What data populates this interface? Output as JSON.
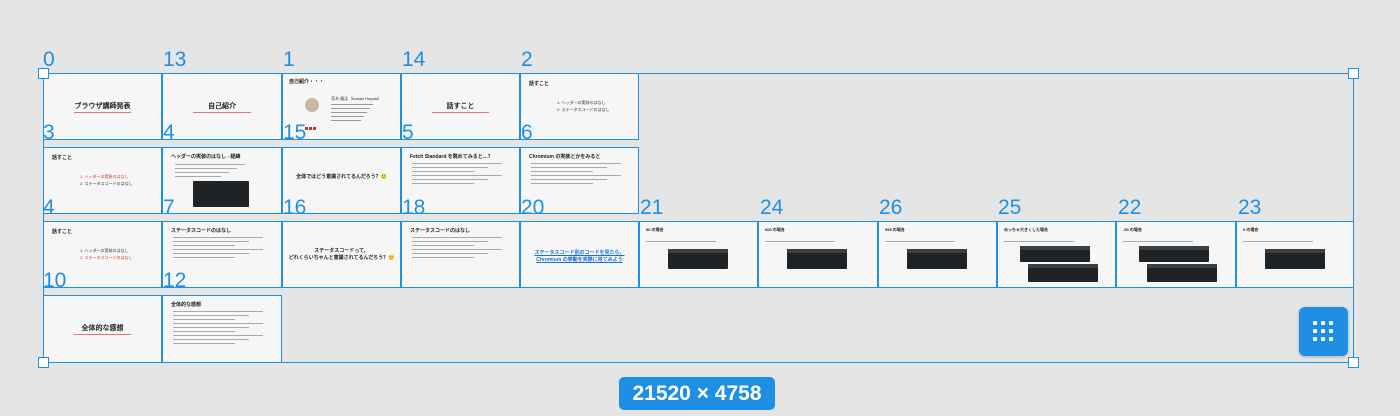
{
  "accent_color": "#1e8fe4",
  "frames": [
    {
      "id": "f-0",
      "label": "0",
      "kind": "title",
      "title": "ブラウザ講師発表",
      "subtitle": "",
      "footer": "",
      "underline": true
    },
    {
      "id": "f-13",
      "label": "13",
      "kind": "title",
      "title": "自己紹介",
      "underline": true
    },
    {
      "id": "f-1",
      "label": "1",
      "kind": "profile",
      "title": "自己紹介・・・",
      "name": "茨木 颯汰（Ibaraki Hayata）"
    },
    {
      "id": "f-14",
      "label": "14",
      "kind": "title",
      "title": "話すこと",
      "underline": true
    },
    {
      "id": "f-2",
      "label": "2",
      "kind": "list",
      "title": "話すこと",
      "lines": [
        "1. ヘッダーの実装のはなし",
        "2. ステータスコードのはなし"
      ],
      "red_lines": []
    },
    {
      "id": "f-3",
      "label": "3",
      "kind": "list",
      "title": "話すこと",
      "lines": [
        "2. ステータスコードのはなし"
      ],
      "red_lines": [
        "1. ヘッダーの実装のはなし"
      ]
    },
    {
      "id": "f-4",
      "label": "4",
      "kind": "code",
      "title": "ヘッダーの実装のはなし - 経緯"
    },
    {
      "id": "f-15",
      "label": "15",
      "kind": "center",
      "title": "全体ではどう意識されてるんだろう？😊"
    },
    {
      "id": "f-5",
      "label": "5",
      "kind": "text",
      "title": "Fetch Standard を眺めてみると…？"
    },
    {
      "id": "f-6",
      "label": "6",
      "kind": "text",
      "title": "Chromium の実装とかをみると"
    },
    {
      "id": "f-4b",
      "label": "4",
      "kind": "list",
      "title": "話すこと",
      "lines": [
        "1. ヘッダーの実装のはなし"
      ],
      "red_lines": [
        "2. ステータスコードのはなし"
      ]
    },
    {
      "id": "f-7",
      "label": "7",
      "kind": "text",
      "title": "ステータスコードのはなし"
    },
    {
      "id": "f-16",
      "label": "16",
      "kind": "center",
      "title": "ステータスコードって、\nどれくらいちゃんと意識されてるんだろう？😊"
    },
    {
      "id": "f-18",
      "label": "18",
      "kind": "text",
      "title": "ステータスコードのはなし"
    },
    {
      "id": "f-20",
      "label": "20",
      "kind": "link",
      "title": "ステータスコード別のコードを見たら、\nChromium の挙動を実際に見てみよう"
    },
    {
      "id": "f-21",
      "label": "21",
      "kind": "shot",
      "title": "50 の場合"
    },
    {
      "id": "f-24",
      "label": "24",
      "kind": "shot",
      "title": "600 の場合"
    },
    {
      "id": "f-26",
      "label": "26",
      "kind": "shot",
      "title": "599 の場合"
    },
    {
      "id": "f-25",
      "label": "25",
      "kind": "shot2",
      "title": "めっちゃ大きくした場合"
    },
    {
      "id": "f-22",
      "label": "22",
      "kind": "shot2",
      "title": "-50 の場合"
    },
    {
      "id": "f-23",
      "label": "23",
      "kind": "shot",
      "title": "0 の場合"
    },
    {
      "id": "f-10",
      "label": "10",
      "kind": "title",
      "title": "全体的な感想",
      "underline": true
    },
    {
      "id": "f-12",
      "label": "12",
      "kind": "text",
      "title": "全体的な感想"
    }
  ],
  "selection": {
    "dimensions": "21520 × 4758"
  },
  "toolbar": {
    "grid_button_icon": "grid-icon"
  }
}
